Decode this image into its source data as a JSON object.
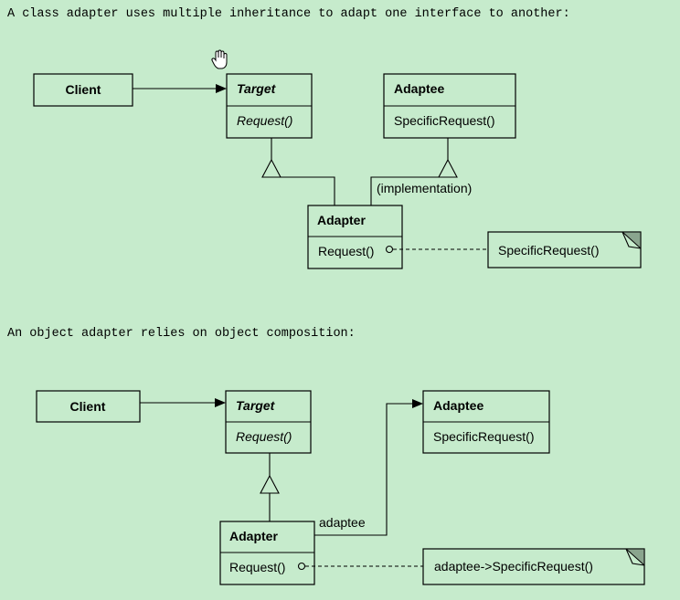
{
  "captions": {
    "class_adapter": "A class adapter uses multiple inheritance to adapt one interface to another:",
    "object_adapter": "An object adapter relies on object composition:"
  },
  "class_diagram": {
    "client": "Client",
    "target_name": "Target",
    "target_op": "Request()",
    "adaptee_name": "Adaptee",
    "adaptee_op": "SpecificRequest()",
    "adapter_name": "Adapter",
    "adapter_op": "Request()",
    "implementation_label": "(implementation)",
    "note": "SpecificRequest()"
  },
  "object_diagram": {
    "client": "Client",
    "target_name": "Target",
    "target_op": "Request()",
    "adaptee_name": "Adaptee",
    "adaptee_op": "SpecificRequest()",
    "adapter_name": "Adapter",
    "adapter_op": "Request()",
    "adaptee_ref_label": "adaptee",
    "note": "adaptee->SpecificRequest()"
  },
  "icons": {
    "cursor": "hand-cursor-icon"
  }
}
